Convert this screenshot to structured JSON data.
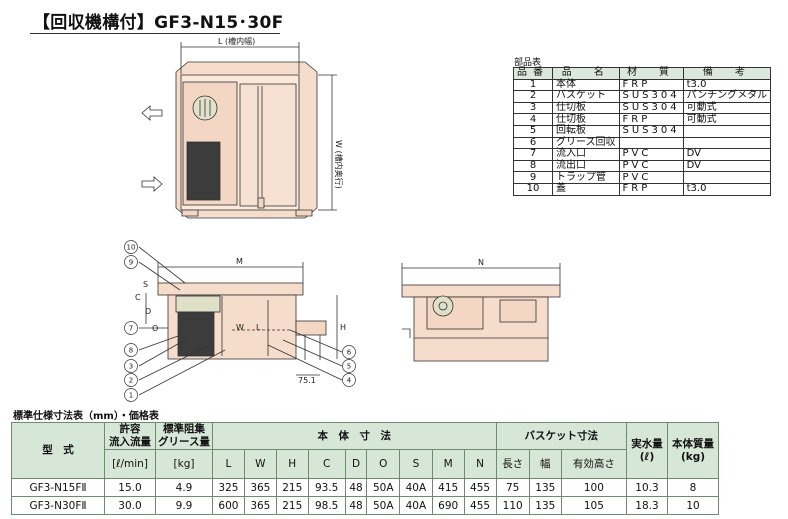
{
  "title": "【回収機構付】GF3-N15･30F",
  "drawing": {
    "label_L": "L (槽内幅)",
    "label_W": "W (槽内奥行)",
    "label_M": "M",
    "label_N": "N",
    "label_S": "S",
    "label_C": "C",
    "label_D": "D",
    "label_O": "O",
    "label_W2": "W",
    "label_L2": "L",
    "label_H": "H",
    "dim_751": "75.1",
    "callouts_left": [
      "10",
      "9",
      "7",
      "8",
      "3",
      "2",
      "1"
    ],
    "callouts_right": [
      "6",
      "5",
      "4"
    ]
  },
  "parts": {
    "caption": "部品表",
    "headers": [
      "品番",
      "品　名",
      "材　質",
      "備　考"
    ],
    "rows": [
      {
        "no": "1",
        "name": "本体",
        "material": "FRP",
        "note": "t3.0"
      },
      {
        "no": "2",
        "name": "バスケット",
        "material": "SUS304",
        "note": "パンチングメタル"
      },
      {
        "no": "3",
        "name": "仕切板",
        "material": "SUS304",
        "note": "可動式"
      },
      {
        "no": "4",
        "name": "仕切板",
        "material": "FRP",
        "note": "可動式"
      },
      {
        "no": "5",
        "name": "回転板",
        "material": "SUS304",
        "note": ""
      },
      {
        "no": "6",
        "name": "グリース回収",
        "material": "",
        "note": ""
      },
      {
        "no": "7",
        "name": "流入口",
        "material": "PVC",
        "note": "DV"
      },
      {
        "no": "8",
        "name": "流出口",
        "material": "PVC",
        "note": "DV"
      },
      {
        "no": "9",
        "name": "トラップ管",
        "material": "PVC",
        "note": ""
      },
      {
        "no": "10",
        "name": "蓋",
        "material": "FRP",
        "note": "t3.0"
      }
    ]
  },
  "spec": {
    "caption": "標準仕様寸法表（mm）・価格表",
    "h_model": "型　式",
    "h_flow_1": "許容",
    "h_flow_2": "流入流量",
    "h_flow_3": "[ℓ/min]",
    "h_grease_1": "標準阻集",
    "h_grease_2": "グリース量",
    "h_grease_3": "[kg]",
    "h_body": "本　体　寸　法",
    "h_basket": "バスケット寸法",
    "h_water_1": "実水量",
    "h_water_2": "(ℓ)",
    "h_weight_1": "本体質量",
    "h_weight_2": "(kg)",
    "body_cols": [
      "L",
      "W",
      "H",
      "C",
      "D",
      "O",
      "S",
      "M",
      "N"
    ],
    "basket_cols": [
      "長さ",
      "幅",
      "有効高さ"
    ],
    "rows": [
      {
        "model": "GF3-N15FⅡ",
        "flow": "15.0",
        "grease": "4.9",
        "body": [
          "325",
          "365",
          "215",
          "93.5",
          "48",
          "50A",
          "40A",
          "415",
          "455"
        ],
        "basket": [
          "75",
          "135",
          "100"
        ],
        "water": "10.3",
        "weight": "8"
      },
      {
        "model": "GF3-N30FⅡ",
        "flow": "30.0",
        "grease": "9.9",
        "body": [
          "600",
          "365",
          "215",
          "98.5",
          "48",
          "50A",
          "40A",
          "690",
          "455"
        ],
        "basket": [
          "110",
          "135",
          "105"
        ],
        "water": "18.3",
        "weight": "10"
      }
    ]
  },
  "colors": {
    "body_fill": "#f6dccb",
    "header_green": "#d7e7d7",
    "line": "#333333"
  }
}
